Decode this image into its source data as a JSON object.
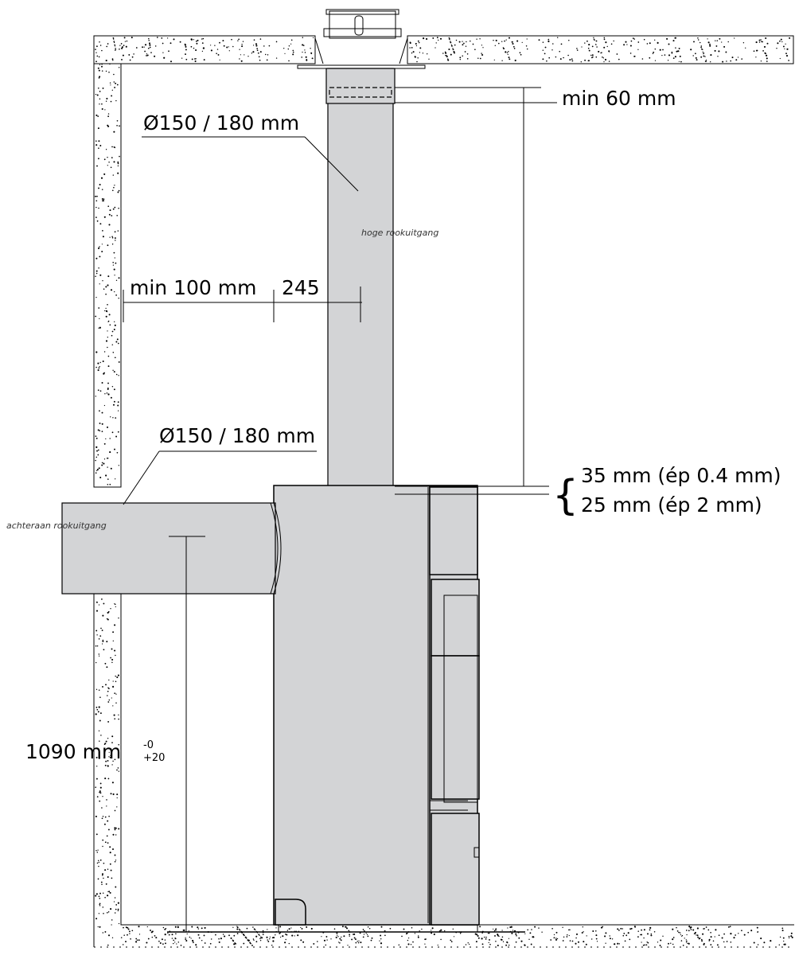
{
  "labels": {
    "min_60": "min 60 mm",
    "diam_top": "Ø150 / 180 mm",
    "hoge": "hoge rookuitgang",
    "min_100": "min 100 mm",
    "dim_245": "245",
    "diam_back": "Ø150 / 180 mm",
    "dim_35": "35 mm (ép 0.4 mm)",
    "dim_25": "25 mm (ép 2 mm)",
    "achteraan": "achteraan rookuitgang",
    "height_1090": "1090 mm",
    "tol_minus": "-0",
    "tol_plus": "+20",
    "brace": "{"
  },
  "colors": {
    "pipe_fill": "#d3d4d6",
    "line": "#000000",
    "background": "#ffffff"
  }
}
